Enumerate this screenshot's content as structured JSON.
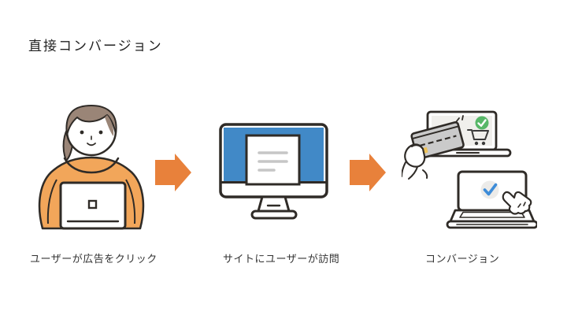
{
  "title": "直接コンバージョン",
  "steps": [
    {
      "label": "ユーザーが広告をクリック",
      "illustration": "woman-using-laptop"
    },
    {
      "label": "サイトにユーザーが訪問",
      "illustration": "desktop-monitor-webpage"
    },
    {
      "label": "コンバージョン",
      "illustration": "purchase-and-conversion-check"
    }
  ],
  "icons": {
    "flow_arrow": "arrow-right",
    "success_check": "check-circle-green",
    "conversion_check": "check-circle-blue",
    "cart": "shopping-cart",
    "credit_card": "credit-card",
    "pointer": "hand-pointer"
  },
  "colors": {
    "background": "#FFFFFF",
    "arrow_orange": "#E8813B",
    "hoodie_orange": "#F2A65A",
    "hair_brown": "#9A8577",
    "screen_blue": "#4189C7",
    "check_green": "#57B768",
    "check_blue": "#3E8CD8",
    "card_gray": "#CACACA",
    "chip_yellow": "#EFC358",
    "outline": "#2F2B27",
    "content_line_gray": "#C6C6C6",
    "text": "#333333"
  }
}
